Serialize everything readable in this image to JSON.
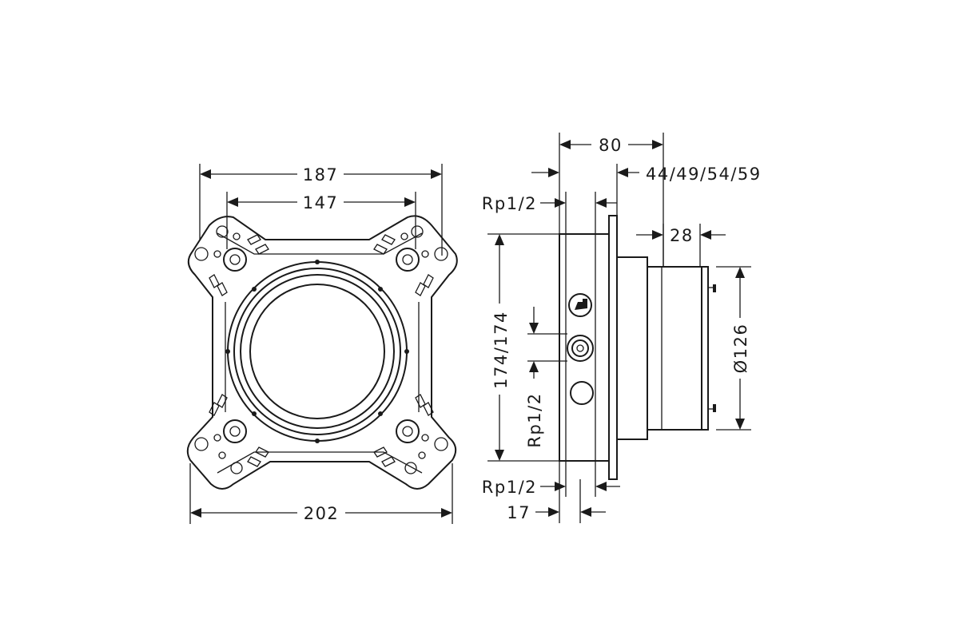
{
  "front_view": {
    "dims": {
      "outer_width": "187",
      "hole_spacing": "147",
      "base_width": "202"
    }
  },
  "side_view": {
    "dims": {
      "depth_total": "80",
      "plaster_depth": "44/49/54/59",
      "connection_top": "Rp1/2",
      "connection_bottom": "Rp1/2",
      "connection_side": "Rp1/2",
      "height": "174/174",
      "extension": "28",
      "diameter": "Ø126",
      "offset": "17"
    }
  }
}
